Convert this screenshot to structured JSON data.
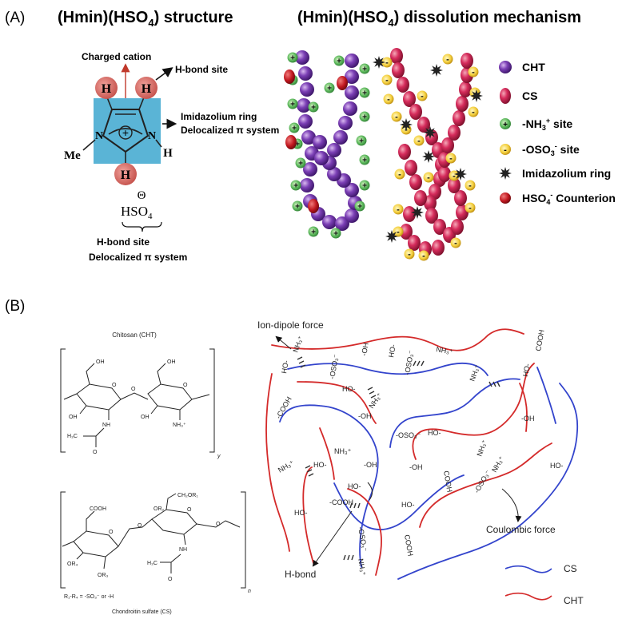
{
  "panel_a": {
    "label": "(A)",
    "title_left": "(Hmin)(HSO",
    "title_left_sub": "4",
    "title_left_end": ") structure",
    "title_right": "(Hmin)(HSO",
    "title_right_sub": "4",
    "title_right_end": ") dissolution mechanism",
    "molecule": {
      "charged_cation": "Charged cation",
      "hbond_site": "H-bond site",
      "ring_line1": "Imidazolium ring",
      "ring_line2": "Delocalized π system",
      "h": "H",
      "me": "Me",
      "n": "N",
      "plus": "+",
      "theta": "Θ",
      "hso4_main": "HSO",
      "hso4_sub": "4",
      "anion_line1": "H-bond site",
      "anion_line2": "Delocalized π system"
    },
    "legend": {
      "cht": "CHT",
      "cs": "CS",
      "nh3_pre": "-NH",
      "nh3_sub": "3",
      "nh3_sup": "+",
      "nh3_post": " site",
      "oso3_pre": "-OSO",
      "oso3_sub": "3",
      "oso3_sup": "-",
      "oso3_post": " site",
      "imid": "Imidazolium ring",
      "hso4_pre": "HSO",
      "hso4_sub": "4",
      "hso4_sup": "-",
      "hso4_post": " Counterion"
    },
    "colors": {
      "cht": "#7b3fb5",
      "cs": "#d62c5c",
      "nh3": "#4caf50",
      "oso3": "#f4d03f",
      "counterion": "#c0161e",
      "ring_box": "#5ab4d6",
      "h_atom": "#d9615a"
    }
  },
  "panel_b": {
    "label": "(B)",
    "chitosan_title": "Chitosan (CHT)",
    "cs_title": "Chondroitin sulfate (CS)",
    "r_note": "R₁-R₄ = -SO₃⁻ or -H",
    "subscript_y": "y",
    "subscript_n": "n",
    "chem": {
      "oh": "OH",
      "o": "O",
      "nh": "NH",
      "nh3": "NH₃⁺",
      "h3c": "H₃C",
      "cooh": "COOH",
      "or1": "CH₂OR₁",
      "or2": "OR₂",
      "or3": "OR₃",
      "or4": "OR₄"
    },
    "ion_dipole": "Ion-dipole force",
    "coulombic": "Coulombic force",
    "hbond": "H-bond",
    "legend_cs": "CS",
    "legend_cht": "CHT",
    "groups": {
      "nh3": "NH₃⁺",
      "ho": "HO-",
      "oh": "-OH",
      "oso3": "-OSO₃⁻",
      "cooh": "-COOH",
      "cooh2": "COOH"
    },
    "colors": {
      "cs": "#3344cc",
      "cht": "#d42a2a"
    }
  }
}
